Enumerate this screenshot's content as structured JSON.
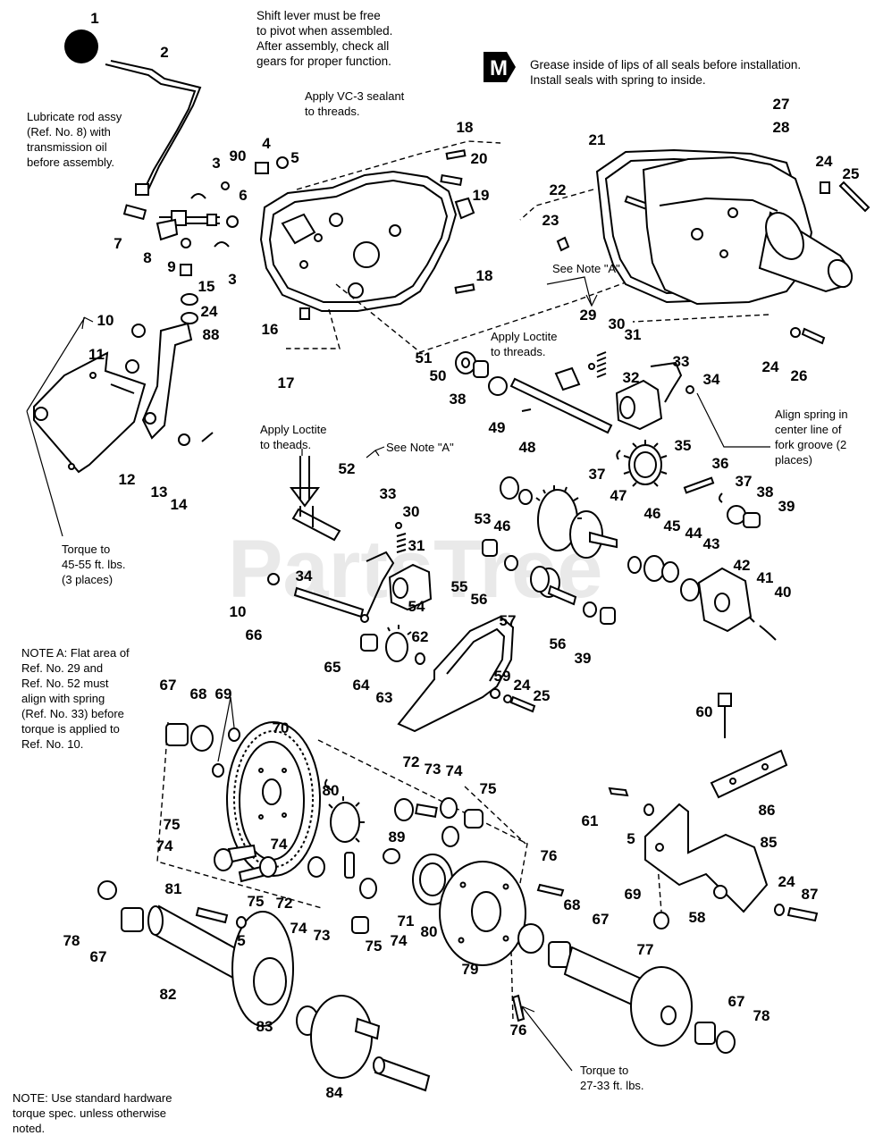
{
  "notes": {
    "shift_lever": "Shift lever must be free\nto pivot when assembled.\nAfter assembly, check all\ngears for proper function.",
    "m_badge": "M",
    "grease": "Grease inside of lips of all seals before installation.\nInstall seals with spring to inside.",
    "vc3": "Apply VC-3 sealant\nto threads.",
    "lubricate": "Lubricate rod assy\n(Ref. No. 8) with\ntransmission oil\nbefore assembly.",
    "see_note_a_1": "See Note \"A\"",
    "loctite_1": "Apply Loctite\nto threads.",
    "align_spring": "Align spring in\ncenter line of\nfork groove (2\nplaces)",
    "loctite_2": "Apply Loctite\nto theads.",
    "see_note_a_2": "See Note \"A\"",
    "torque_45": "Torque to\n45-55 ft. lbs.\n(3 places)",
    "note_a": "NOTE A: Flat area of\nRef. No. 29 and\nRef. No. 52 must\nalign with spring\n(Ref. No. 33) before\ntorque is applied to\nRef. No. 10.",
    "torque_27": "Torque to\n27-33 ft. lbs.",
    "footer": "NOTE: Use standard hardware\ntorque spec. unless otherwise\nnoted."
  },
  "watermark": "PartsTree",
  "callouts": [
    {
      "id": "c1",
      "label": "1"
    },
    {
      "id": "c2",
      "label": "2"
    },
    {
      "id": "c3a",
      "label": "3"
    },
    {
      "id": "c90",
      "label": "90"
    },
    {
      "id": "c4",
      "label": "4"
    },
    {
      "id": "c5a",
      "label": "5"
    },
    {
      "id": "c6",
      "label": "6"
    },
    {
      "id": "c7",
      "label": "7"
    },
    {
      "id": "c8",
      "label": "8"
    },
    {
      "id": "c9",
      "label": "9"
    },
    {
      "id": "c3b",
      "label": "3"
    },
    {
      "id": "c15",
      "label": "15"
    },
    {
      "id": "c24a",
      "label": "24"
    },
    {
      "id": "c88",
      "label": "88"
    },
    {
      "id": "c10a",
      "label": "10"
    },
    {
      "id": "c11",
      "label": "11"
    },
    {
      "id": "c12",
      "label": "12"
    },
    {
      "id": "c13",
      "label": "13"
    },
    {
      "id": "c14",
      "label": "14"
    },
    {
      "id": "c16",
      "label": "16"
    },
    {
      "id": "c17",
      "label": "17"
    },
    {
      "id": "c18a",
      "label": "18"
    },
    {
      "id": "c20",
      "label": "20"
    },
    {
      "id": "c19",
      "label": "19"
    },
    {
      "id": "c18b",
      "label": "18"
    },
    {
      "id": "c21",
      "label": "21"
    },
    {
      "id": "c22",
      "label": "22"
    },
    {
      "id": "c23",
      "label": "23"
    },
    {
      "id": "c27",
      "label": "27"
    },
    {
      "id": "c28",
      "label": "28"
    },
    {
      "id": "c24b",
      "label": "24"
    },
    {
      "id": "c25a",
      "label": "25"
    },
    {
      "id": "c24c",
      "label": "24"
    },
    {
      "id": "c26",
      "label": "26"
    },
    {
      "id": "c29",
      "label": "29"
    },
    {
      "id": "c30a",
      "label": "30"
    },
    {
      "id": "c31a",
      "label": "31"
    },
    {
      "id": "c32",
      "label": "32"
    },
    {
      "id": "c33a",
      "label": "33"
    },
    {
      "id": "c34a",
      "label": "34"
    },
    {
      "id": "c51",
      "label": "51"
    },
    {
      "id": "c50",
      "label": "50"
    },
    {
      "id": "c38a",
      "label": "38"
    },
    {
      "id": "c49",
      "label": "49"
    },
    {
      "id": "c48",
      "label": "48"
    },
    {
      "id": "c35",
      "label": "35"
    },
    {
      "id": "c37a",
      "label": "37"
    },
    {
      "id": "c36",
      "label": "36"
    },
    {
      "id": "c37b",
      "label": "37"
    },
    {
      "id": "c38b",
      "label": "38"
    },
    {
      "id": "c39a",
      "label": "39"
    },
    {
      "id": "c52",
      "label": "52"
    },
    {
      "id": "c33b",
      "label": "33"
    },
    {
      "id": "c30b",
      "label": "30"
    },
    {
      "id": "c31b",
      "label": "31"
    },
    {
      "id": "c53",
      "label": "53"
    },
    {
      "id": "c46a",
      "label": "46"
    },
    {
      "id": "c47",
      "label": "47"
    },
    {
      "id": "c46b",
      "label": "46"
    },
    {
      "id": "c45",
      "label": "45"
    },
    {
      "id": "c44",
      "label": "44"
    },
    {
      "id": "c43",
      "label": "43"
    },
    {
      "id": "c42",
      "label": "42"
    },
    {
      "id": "c41",
      "label": "41"
    },
    {
      "id": "c40",
      "label": "40"
    },
    {
      "id": "c55",
      "label": "55"
    },
    {
      "id": "c56a",
      "label": "56"
    },
    {
      "id": "c57",
      "label": "57"
    },
    {
      "id": "c56b",
      "label": "56"
    },
    {
      "id": "c39b",
      "label": "39"
    },
    {
      "id": "c34b",
      "label": "34"
    },
    {
      "id": "c54",
      "label": "54"
    },
    {
      "id": "c10b",
      "label": "10"
    },
    {
      "id": "c66",
      "label": "66"
    },
    {
      "id": "c62",
      "label": "62"
    },
    {
      "id": "c65",
      "label": "65"
    },
    {
      "id": "c64",
      "label": "64"
    },
    {
      "id": "c63",
      "label": "63"
    },
    {
      "id": "c59",
      "label": "59"
    },
    {
      "id": "c24d",
      "label": "24"
    },
    {
      "id": "c25b",
      "label": "25"
    },
    {
      "id": "c67a",
      "label": "67"
    },
    {
      "id": "c68a",
      "label": "68"
    },
    {
      "id": "c69a",
      "label": "69"
    },
    {
      "id": "c70",
      "label": "70"
    },
    {
      "id": "c60",
      "label": "60"
    },
    {
      "id": "c72a",
      "label": "72"
    },
    {
      "id": "c73a",
      "label": "73"
    },
    {
      "id": "c74a",
      "label": "74"
    },
    {
      "id": "c75a",
      "label": "75"
    },
    {
      "id": "c80a",
      "label": "80"
    },
    {
      "id": "c61",
      "label": "61"
    },
    {
      "id": "c86",
      "label": "86"
    },
    {
      "id": "c5b",
      "label": "5"
    },
    {
      "id": "c75b",
      "label": "75"
    },
    {
      "id": "c74b",
      "label": "74"
    },
    {
      "id": "c74c",
      "label": "74"
    },
    {
      "id": "c89",
      "label": "89"
    },
    {
      "id": "c85",
      "label": "85"
    },
    {
      "id": "c75c",
      "label": "75"
    },
    {
      "id": "c72b",
      "label": "72"
    },
    {
      "id": "c71",
      "label": "71"
    },
    {
      "id": "c80b",
      "label": "80"
    },
    {
      "id": "c76a",
      "label": "76"
    },
    {
      "id": "c68b",
      "label": "68"
    },
    {
      "id": "c69b",
      "label": "69"
    },
    {
      "id": "c24e",
      "label": "24"
    },
    {
      "id": "c87",
      "label": "87"
    },
    {
      "id": "c58",
      "label": "58"
    },
    {
      "id": "c81",
      "label": "81"
    },
    {
      "id": "c74d",
      "label": "74"
    },
    {
      "id": "c73b",
      "label": "73"
    },
    {
      "id": "c74e",
      "label": "74"
    },
    {
      "id": "c75d",
      "label": "75"
    },
    {
      "id": "c78a",
      "label": "78"
    },
    {
      "id": "c67b",
      "label": "67"
    },
    {
      "id": "c5c",
      "label": "5"
    },
    {
      "id": "c67c",
      "label": "67"
    },
    {
      "id": "c77",
      "label": "77"
    },
    {
      "id": "c79",
      "label": "79"
    },
    {
      "id": "c82",
      "label": "82"
    },
    {
      "id": "c76b",
      "label": "76"
    },
    {
      "id": "c83",
      "label": "83"
    },
    {
      "id": "c84",
      "label": "84"
    },
    {
      "id": "c67d",
      "label": "67"
    },
    {
      "id": "c78b",
      "label": "78"
    }
  ]
}
